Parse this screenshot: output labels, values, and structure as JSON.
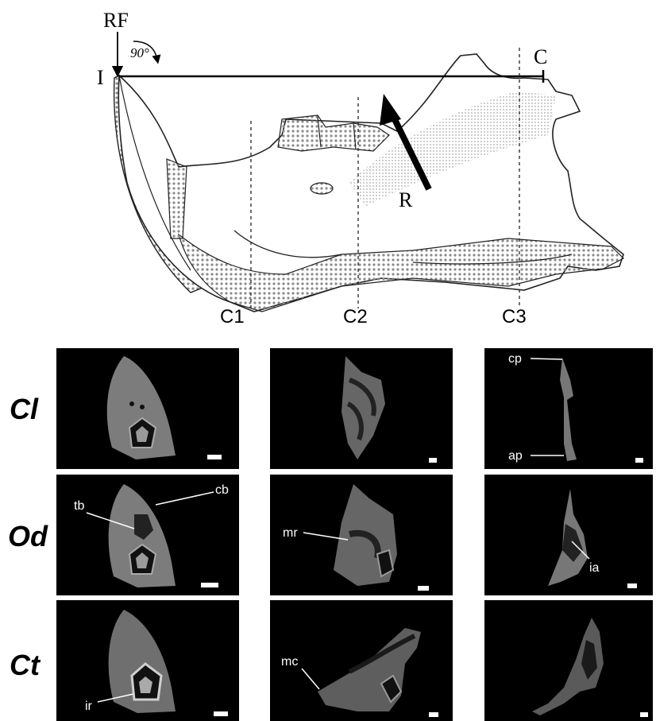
{
  "diagram": {
    "ref_labels": {
      "rf": "RF",
      "angle": "90°",
      "i": "I",
      "c": "C",
      "r": "R"
    },
    "sections": [
      "C1",
      "C2",
      "C3"
    ]
  },
  "rows": [
    {
      "label": "Cl"
    },
    {
      "label": "Od"
    },
    {
      "label": "Ct"
    }
  ],
  "annotations": {
    "cp": "cp",
    "ap": "ap",
    "tb": "tb",
    "cb": "cb",
    "mr": "mr",
    "ia": "ia",
    "mc": "mc",
    "ir": "ir"
  }
}
